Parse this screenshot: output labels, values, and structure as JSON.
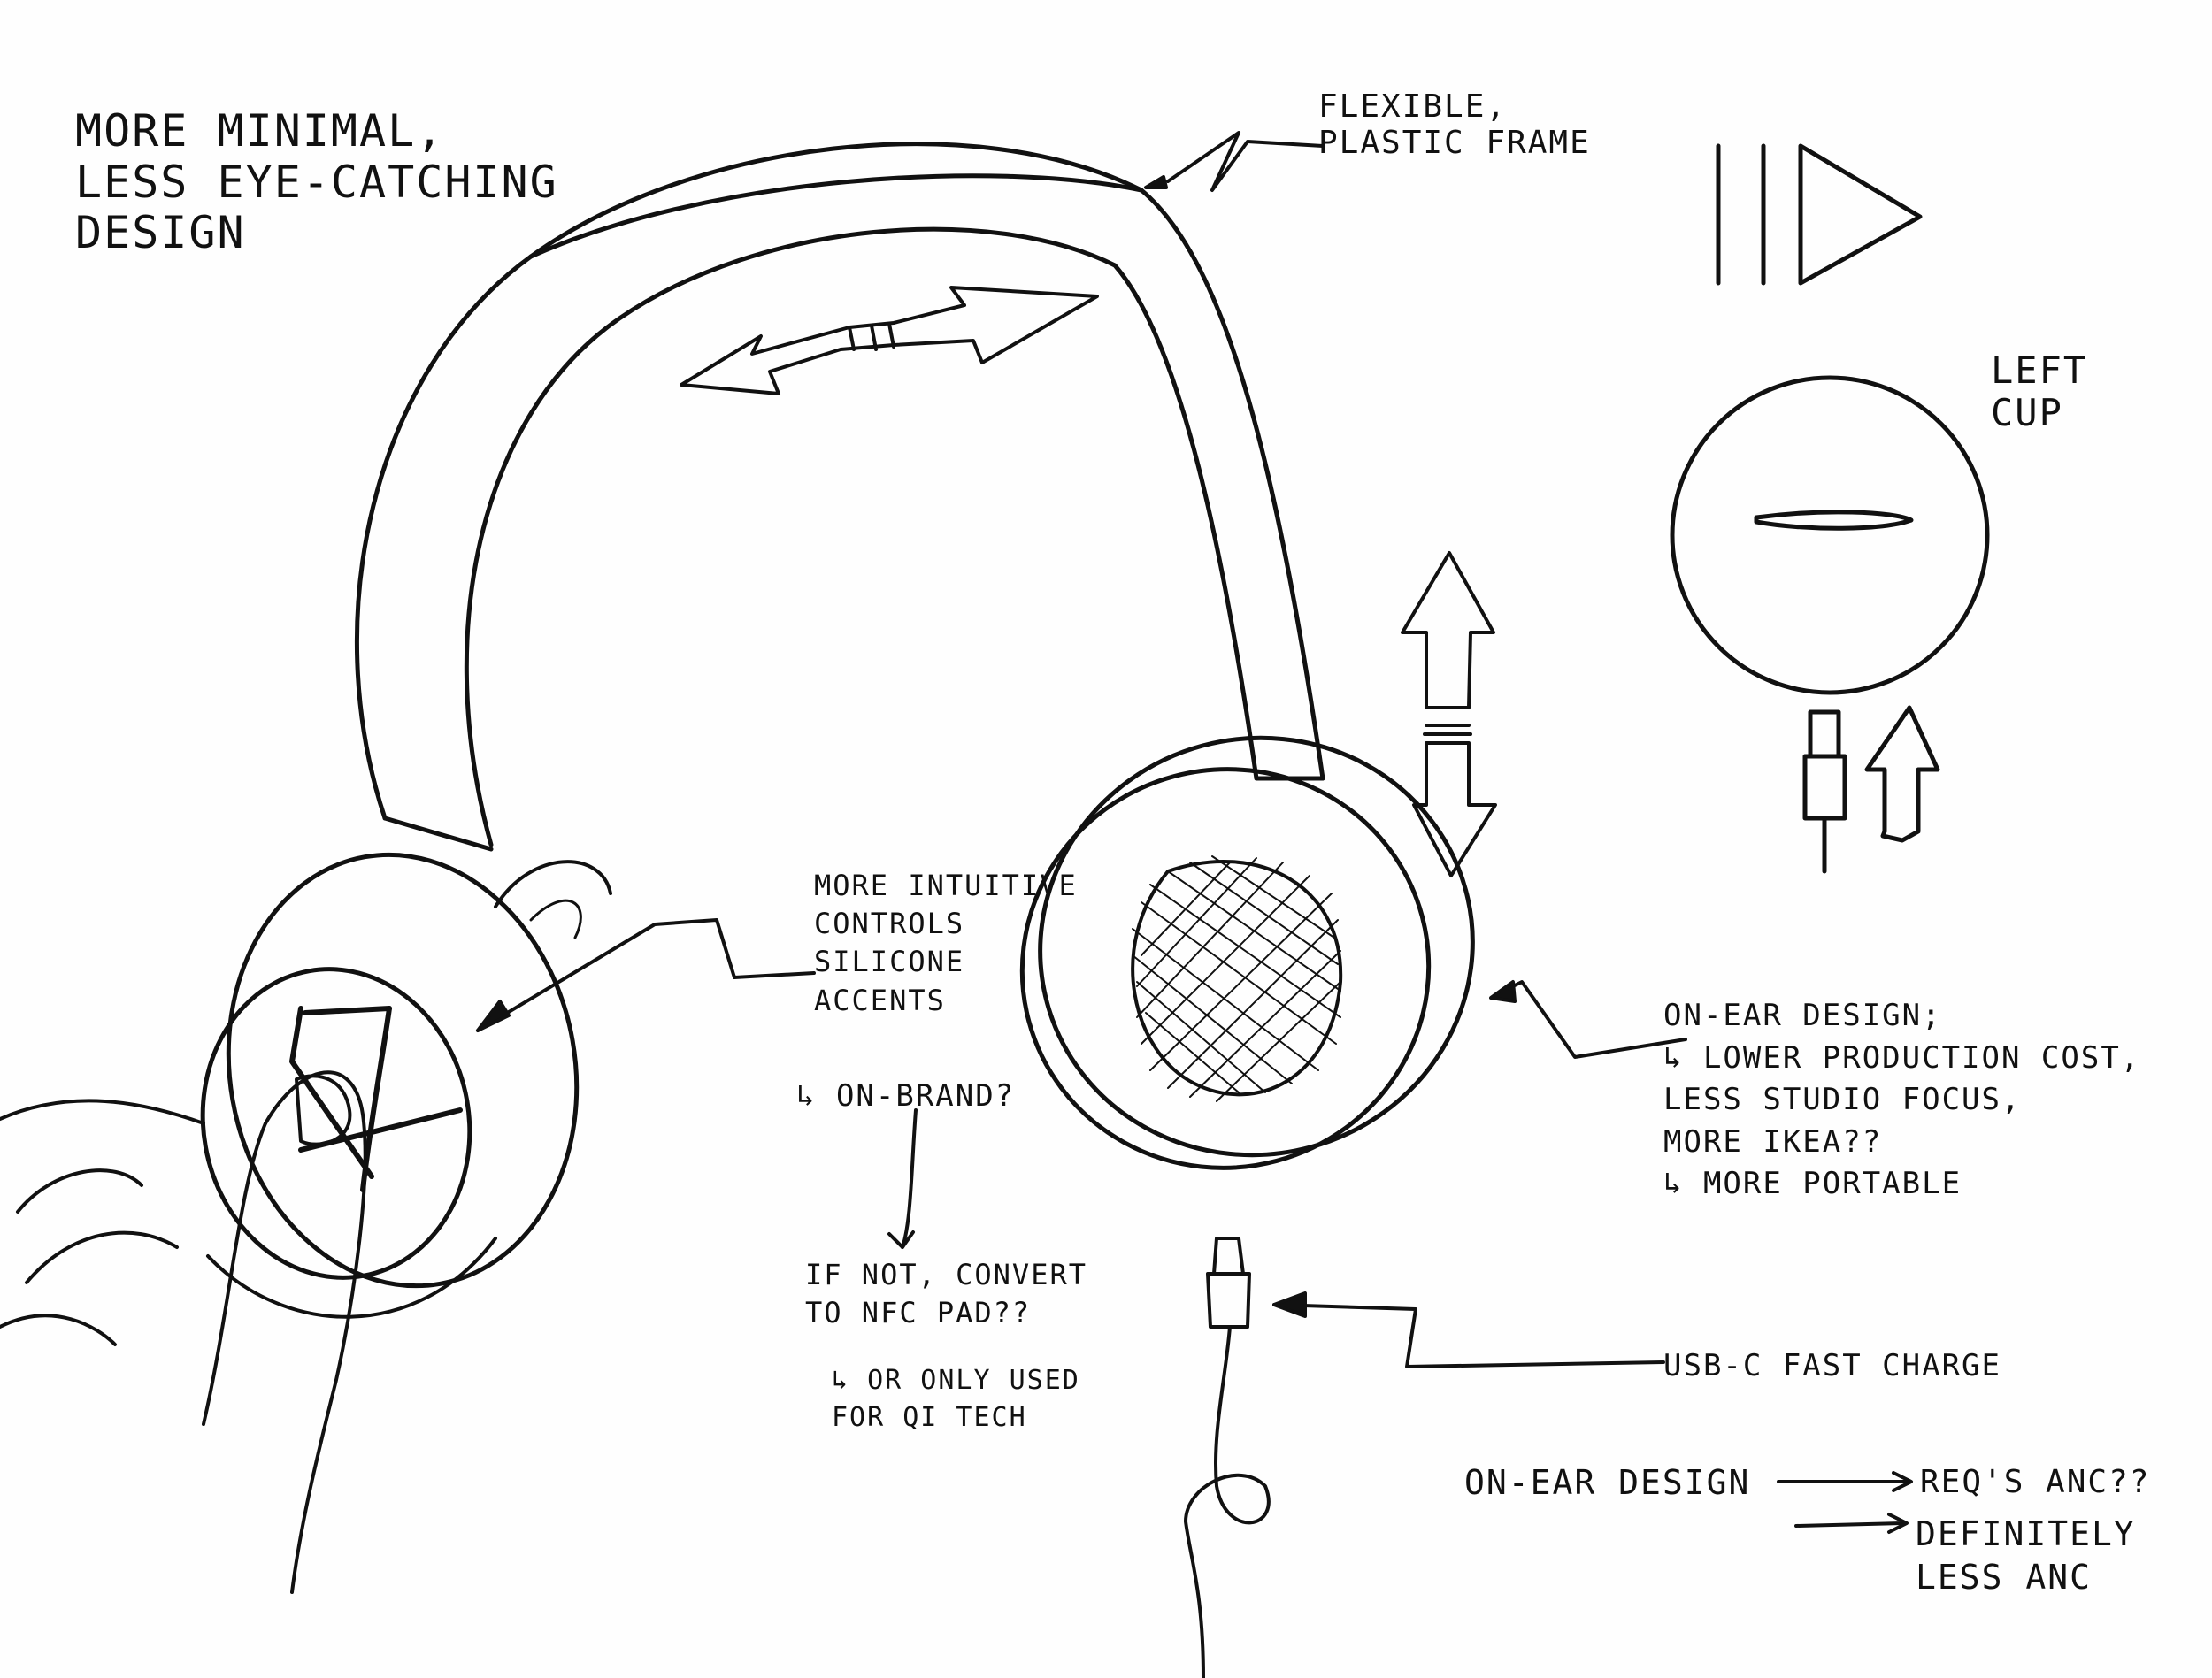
{
  "notes": {
    "minimal": "More minimal,\nless eye-catching\ndesign",
    "frame": "Flexible,\nplastic frame",
    "left_cup": "Left\ncup",
    "controls": "More intuitive\ncontrols\nsilicone\naccents",
    "brand": "↳ on-brand?",
    "nfc": "If not, convert\nto NFC pad??",
    "qi": "↳ or only used\nfor Qi tech",
    "on_ear": "On-ear design;\n↳ lower production cost,\nless studio focus,\nmore IKEA??\n↳ more portable",
    "usbc": "USB-C fast charge",
    "anc_label": "On-ear design",
    "anc_1": "req's ANC??",
    "anc_2": "Definitely\nless ANC"
  },
  "icons": {
    "play_pause": "play-pause-icon",
    "minus": "minus-icon",
    "cross_control": "x-cross-icon"
  },
  "colors": {
    "ink": "#111111",
    "paper": "#fefefe"
  }
}
